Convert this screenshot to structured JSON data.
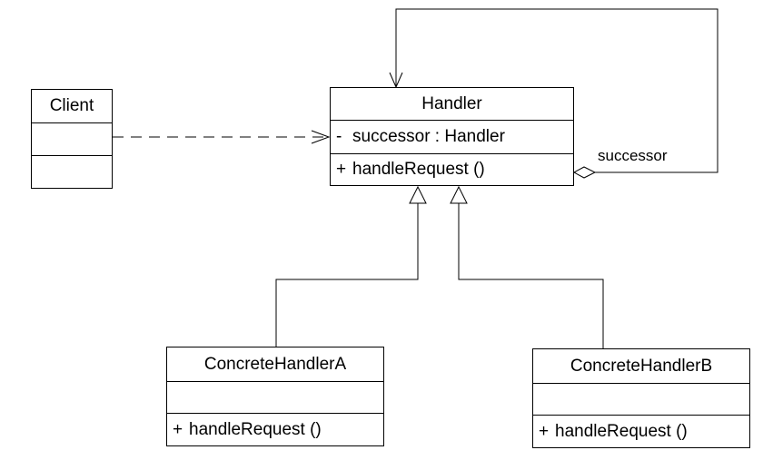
{
  "diagram": {
    "client": {
      "name": "Client"
    },
    "handler": {
      "name": "Handler",
      "attribute": {
        "visibility": "-",
        "text": "successor : Handler"
      },
      "operation": {
        "visibility": "+",
        "text": "handleRequest ()"
      }
    },
    "concrete_a": {
      "name": "ConcreteHandlerA",
      "operation": {
        "visibility": "+",
        "text": "handleRequest ()"
      }
    },
    "concrete_b": {
      "name": "ConcreteHandlerB",
      "operation": {
        "visibility": "+",
        "text": "handleRequest ()"
      }
    },
    "association_label": "successor"
  }
}
